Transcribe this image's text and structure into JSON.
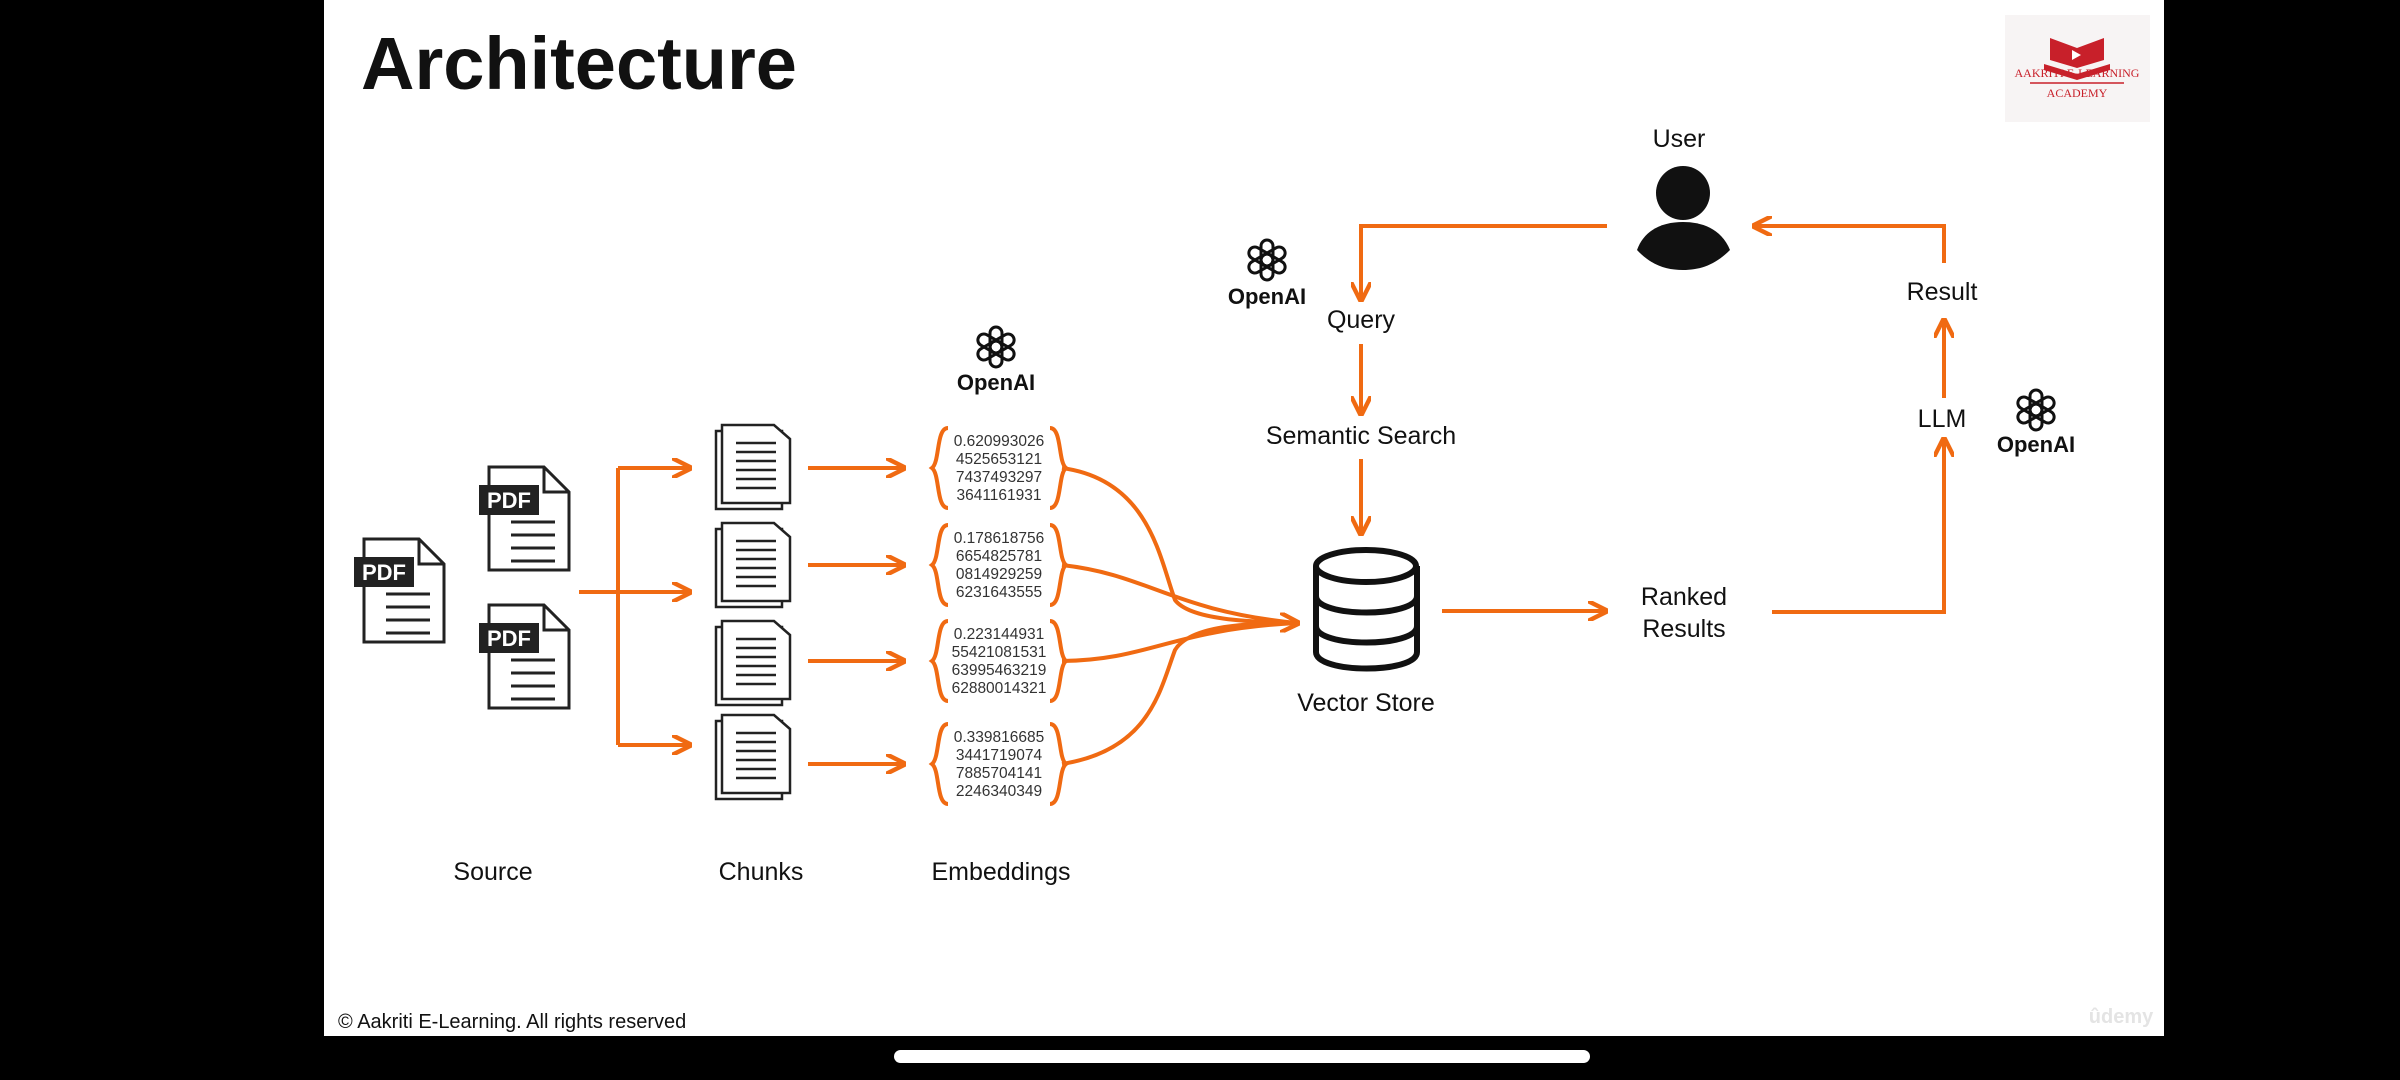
{
  "slide": {
    "title": "Architecture",
    "footer": "©  Aakriti E-Learning. All rights reserved",
    "watermark": "ûdemy",
    "logo": {
      "line1": "AAKRITI E-LEARNING",
      "line2": "ACADEMY",
      "color": "#C8202A"
    },
    "accent_color": "#F06A12"
  },
  "pipeline": {
    "source_label": "Source",
    "pdf_badge": "PDF",
    "chunks_label": "Chunks",
    "embeddings_label": "Embeddings",
    "embeddings": [
      [
        "0.620993026",
        "4525653121",
        "7437493297",
        "3641161931"
      ],
      [
        "0.178618756",
        "6654825781",
        "0814929259",
        "6231643555"
      ],
      [
        "0.223144931",
        "55421081531",
        "63995463219",
        "62880014321"
      ],
      [
        "0.339816685",
        "3441719074",
        "7885704141",
        "2246340349"
      ]
    ],
    "vector_store_label": "Vector Store",
    "ranked_results_label": [
      "Ranked",
      "Results"
    ],
    "llm_label": "LLM",
    "result_label": "Result",
    "user_label": "User",
    "query_label": "Query",
    "semantic_search_label": "Semantic Search",
    "openai_label": "OpenAI"
  }
}
